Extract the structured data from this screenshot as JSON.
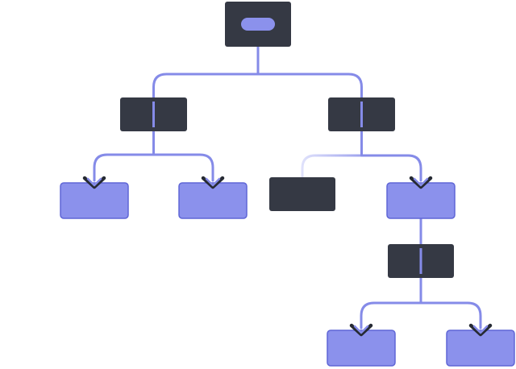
{
  "diagram": {
    "colors": {
      "dark_node": "#353944",
      "light_node": "#8b91ec",
      "light_node_border": "#5f66d6",
      "edge": "#858be8",
      "edge_faded": "#c8cbf6",
      "arrowhead": "#262a33",
      "root_pill": "#8b91ec",
      "background": "#ffffff"
    },
    "nodes": [
      {
        "id": "root",
        "kind": "dark",
        "marker": "pill"
      },
      {
        "id": "left-mid",
        "kind": "dark",
        "marker": "line"
      },
      {
        "id": "right-mid",
        "kind": "dark",
        "marker": "line"
      },
      {
        "id": "left-leaf-1",
        "kind": "light"
      },
      {
        "id": "left-leaf-2",
        "kind": "light"
      },
      {
        "id": "right-dark-leaf",
        "kind": "dark",
        "marker": "none"
      },
      {
        "id": "right-leaf",
        "kind": "light"
      },
      {
        "id": "lower-mid",
        "kind": "dark",
        "marker": "line"
      },
      {
        "id": "bottom-leaf-1",
        "kind": "light"
      },
      {
        "id": "bottom-leaf-2",
        "kind": "light"
      }
    ],
    "edges": [
      {
        "from": "root",
        "to": "left-mid",
        "arrow": false,
        "faded": false
      },
      {
        "from": "root",
        "to": "right-mid",
        "arrow": false,
        "faded": false
      },
      {
        "from": "left-mid",
        "to": "left-leaf-1",
        "arrow": true,
        "faded": false
      },
      {
        "from": "left-mid",
        "to": "left-leaf-2",
        "arrow": true,
        "faded": false
      },
      {
        "from": "right-mid",
        "to": "right-dark-leaf",
        "arrow": false,
        "faded": true
      },
      {
        "from": "right-mid",
        "to": "right-leaf",
        "arrow": true,
        "faded": false
      },
      {
        "from": "right-leaf",
        "to": "lower-mid",
        "arrow": false,
        "faded": false
      },
      {
        "from": "lower-mid",
        "to": "bottom-leaf-1",
        "arrow": true,
        "faded": false
      },
      {
        "from": "lower-mid",
        "to": "bottom-leaf-2",
        "arrow": true,
        "faded": false
      }
    ]
  }
}
